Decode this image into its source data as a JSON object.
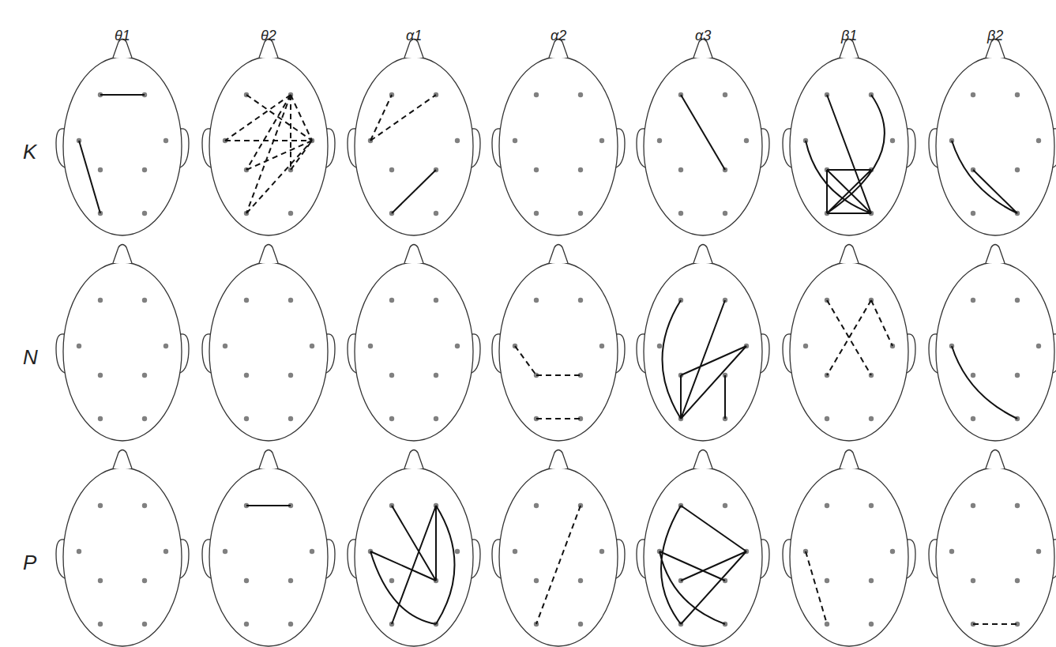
{
  "diagram": {
    "labels": [
      "θ1",
      "θ2",
      "α1",
      "α2",
      "α3",
      "β1",
      "β2",
      "K",
      "N",
      "P"
    ]
  }
}
